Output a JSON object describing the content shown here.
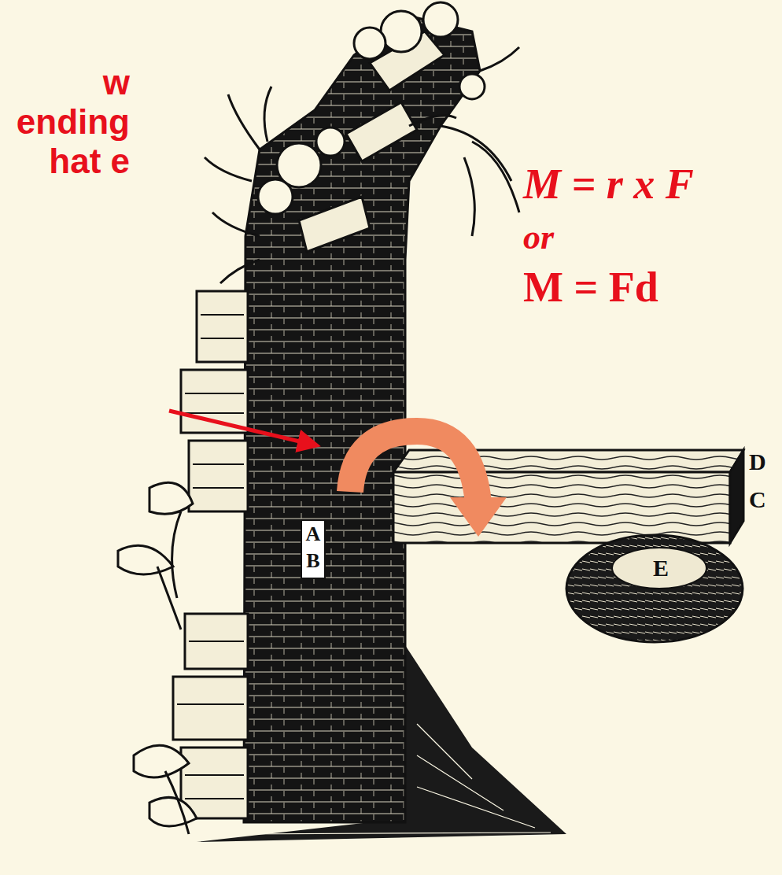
{
  "diagram": {
    "nodes": [
      {
        "text": [
          "A",
          "B"
        ]
      }
    ],
    "labels": [
      "w ending hat e",
      "M = r x F",
      "or",
      "M = Fd",
      "D",
      "C",
      "E"
    ]
  }
}
